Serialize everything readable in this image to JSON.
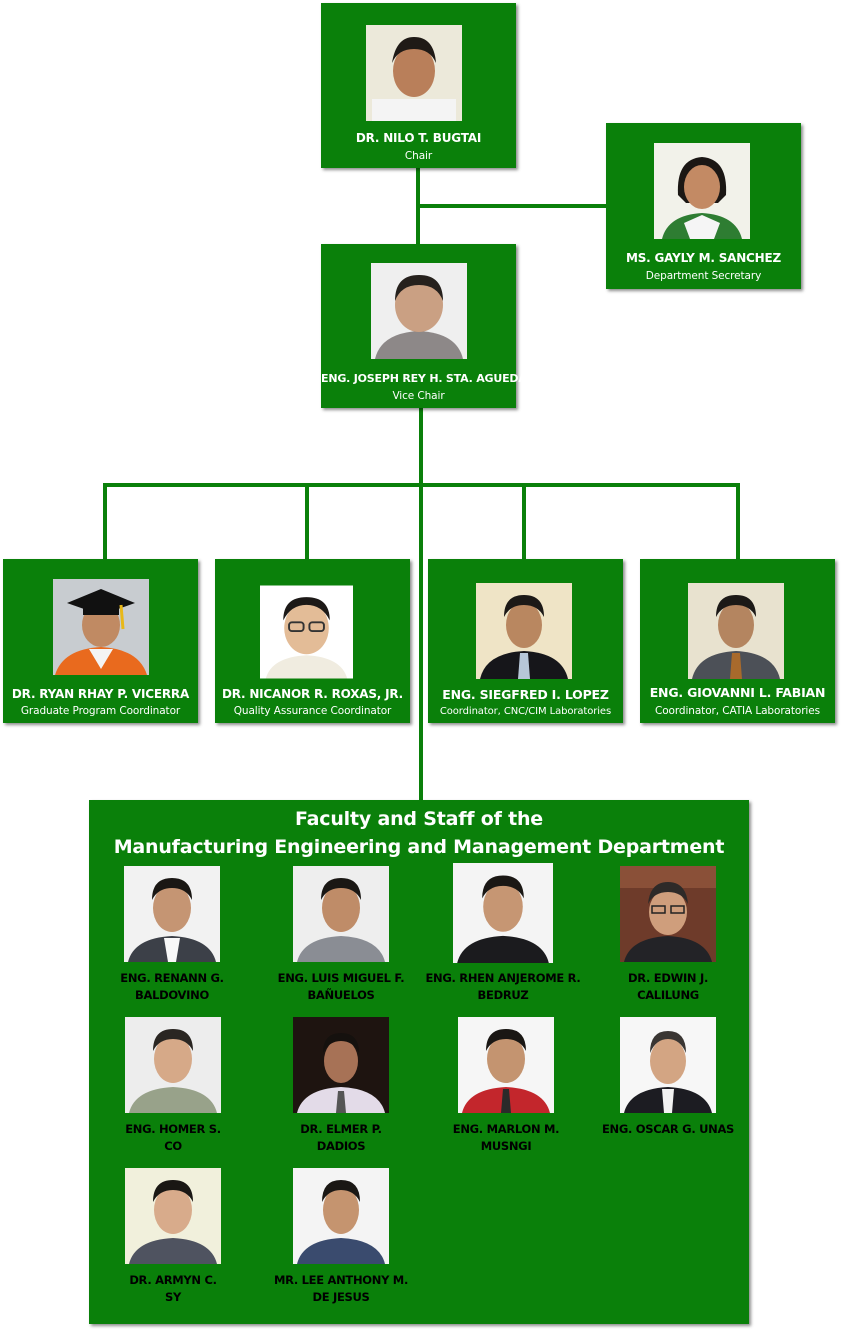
{
  "chair": {
    "name": "DR. NILO T. BUGTAI",
    "role": "Chair"
  },
  "secretary": {
    "name": "MS. GAYLY M. SANCHEZ",
    "role": "Department Secretary"
  },
  "vice_chair": {
    "name": "ENG. JOSEPH REY H. STA. AGUEDA",
    "role": "Vice Chair"
  },
  "coordinators": [
    {
      "name": "DR. RYAN RHAY P. VICERRA",
      "role": "Graduate Program Coordinator"
    },
    {
      "name": "DR. NICANOR R. ROXAS, JR.",
      "role": "Quality Assurance Coordinator"
    },
    {
      "name": "ENG. SIEGFRED I. LOPEZ",
      "role": "Coordinator, CNC/CIM Laboratories"
    },
    {
      "name": "ENG. GIOVANNI L. FABIAN",
      "role": "Coordinator, CATIA Laboratories"
    }
  ],
  "faculty": {
    "title_line1": "Faculty and Staff of the",
    "title_line2": "Manufacturing Engineering and Management Department",
    "members": [
      {
        "line1": "ENG. RENANN G.",
        "line2": "BALDOVINO"
      },
      {
        "line1": "ENG. LUIS MIGUEL F.",
        "line2": "BAÑUELOS"
      },
      {
        "line1": "ENG. RHEN ANJEROME R.",
        "line2": "BEDRUZ"
      },
      {
        "line1": "DR. EDWIN J.",
        "line2": "CALILUNG"
      },
      {
        "line1": "ENG. HOMER S.",
        "line2": "CO"
      },
      {
        "line1": "DR. ELMER P.",
        "line2": "DADIOS"
      },
      {
        "line1": "ENG. MARLON M.",
        "line2": "MUSNGI"
      },
      {
        "line1": "ENG. OSCAR G. UNAS",
        "line2": ""
      },
      {
        "line1": "DR. ARMYN C.",
        "line2": "SY"
      },
      {
        "line1": "MR. LEE ANTHONY M.",
        "line2": "DE JESUS"
      }
    ]
  },
  "colors": {
    "box_green": "#0a800a",
    "connector_green": "#0a800a"
  }
}
